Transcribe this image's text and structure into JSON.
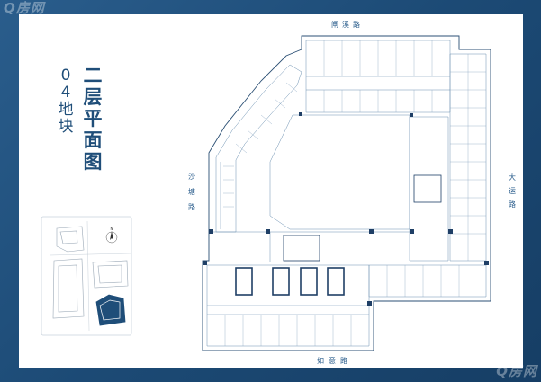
{
  "title": {
    "number_chars": [
      "0",
      "4",
      "地",
      "块"
    ],
    "main_chars": [
      "二",
      "层",
      "平",
      "面",
      "图"
    ]
  },
  "roads": {
    "top": "闸溪路",
    "bottom": "如意路",
    "left_chars": [
      "沙",
      "塘",
      "路"
    ],
    "right_chars": [
      "大",
      "运",
      "路"
    ]
  },
  "watermark": "Q房网",
  "colors": {
    "frame": "#1f4e79",
    "sheet": "#ffffff",
    "wall": "#1f3f66",
    "line": "#6a8fb0",
    "highlight": "#1f4e79"
  }
}
